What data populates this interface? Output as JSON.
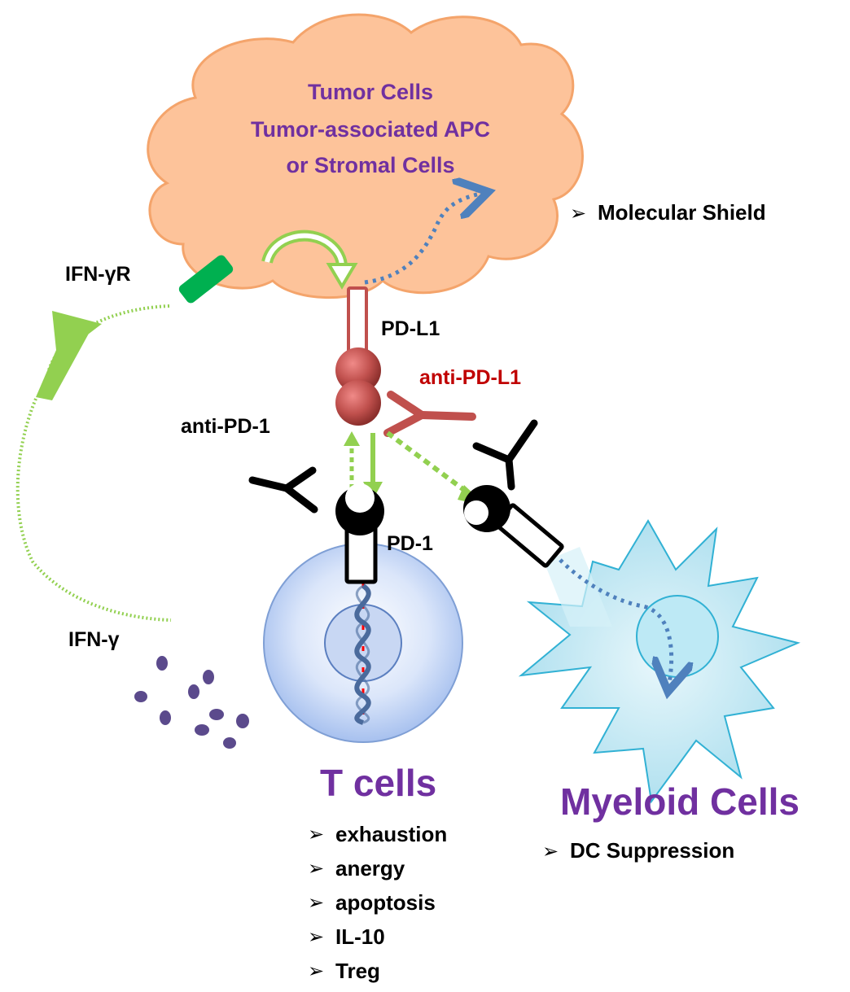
{
  "tumor": {
    "line1": "Tumor Cells",
    "line2": "Tumor-associated APC",
    "line3": "or Stromal Cells"
  },
  "labels": {
    "molecular_shield": "Molecular Shield",
    "ifn_gamma_r": "IFN-γR",
    "pd_l1": "PD-L1",
    "anti_pd_l1": "anti-PD-L1",
    "anti_pd_1": "anti-PD-1",
    "pd_1": "PD-1",
    "ifn_gamma": "IFN-γ",
    "t_cells": "T cells",
    "myeloid_cells": "Myeloid Cells",
    "dc_suppression": "DC Suppression"
  },
  "t_cell_effects": [
    "exhaustion",
    "anergy",
    "apoptosis",
    "IL-10",
    "Treg"
  ],
  "bullet_glyph": "➢",
  "colors": {
    "tumor_fill": "#fdc39a",
    "tumor_stroke": "#f4a46b",
    "purple_text": "#7030a0",
    "red_text": "#c00000",
    "green_arrow": "#92d050",
    "receptor_green": "#00b050",
    "pd_l1_red": "#c0504d",
    "blue_dotted": "#4f81bd",
    "t_cell_fill": "#c5d9f1",
    "myeloid_fill": "#b7e4f0"
  }
}
